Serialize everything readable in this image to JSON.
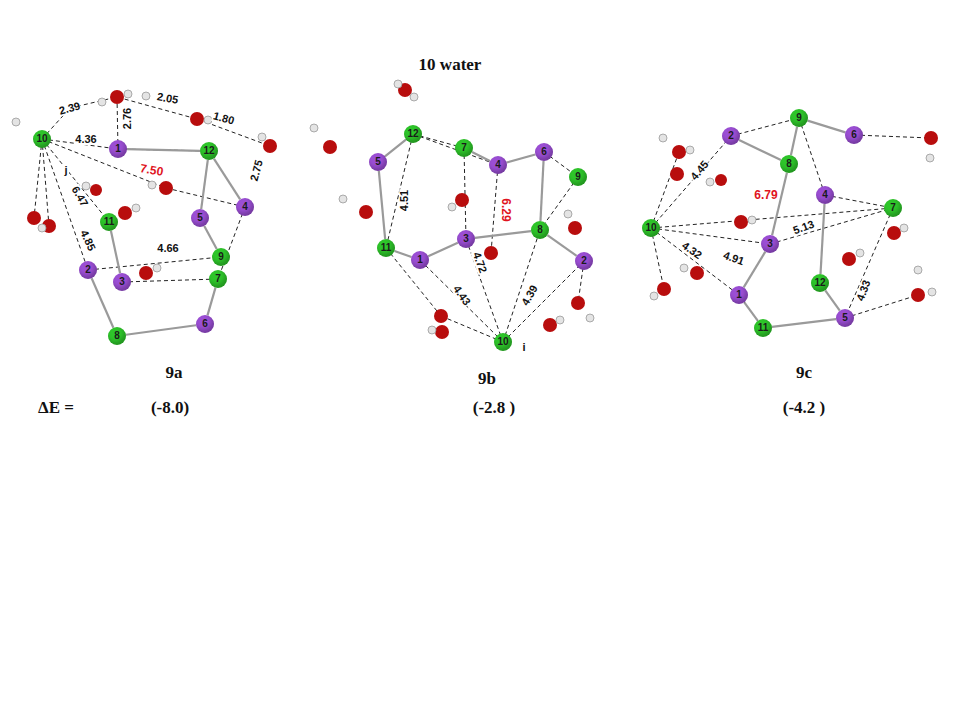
{
  "diagram": {
    "nodes": [
      {
        "text": [
          "10"
        ]
      },
      {
        "text": [
          "1"
        ]
      },
      {
        "text": [
          "12"
        ]
      },
      {
        "text": [
          "4"
        ]
      },
      {
        "text": [
          "5"
        ]
      },
      {
        "text": [
          "11"
        ]
      },
      {
        "text": [
          "2"
        ]
      },
      {
        "text": [
          "3"
        ]
      },
      {
        "text": [
          "9"
        ]
      },
      {
        "text": [
          "7"
        ]
      },
      {
        "text": [
          "8"
        ]
      },
      {
        "text": [
          "6"
        ]
      },
      {
        "text": [
          "12"
        ]
      },
      {
        "text": [
          "5"
        ]
      },
      {
        "text": [
          "7"
        ]
      },
      {
        "text": [
          "4"
        ]
      },
      {
        "text": [
          "6"
        ]
      },
      {
        "text": [
          "9"
        ]
      },
      {
        "text": [
          "11"
        ]
      },
      {
        "text": [
          "1"
        ]
      },
      {
        "text": [
          "3"
        ]
      },
      {
        "text": [
          "8"
        ]
      },
      {
        "text": [
          "2"
        ]
      },
      {
        "text": [
          "10"
        ]
      },
      {
        "text": [
          "2"
        ]
      },
      {
        "text": [
          "9"
        ]
      },
      {
        "text": [
          "6"
        ]
      },
      {
        "text": [
          "8"
        ]
      },
      {
        "text": [
          "4"
        ]
      },
      {
        "text": [
          "7"
        ]
      },
      {
        "text": [
          "10"
        ]
      },
      {
        "text": [
          "3"
        ]
      },
      {
        "text": [
          "12"
        ]
      },
      {
        "text": [
          "1"
        ]
      },
      {
        "text": [
          "5"
        ]
      },
      {
        "text": [
          "11"
        ]
      }
    ],
    "edges": [
      {
        "from": 6,
        "to": 10,
        "arrow": "none"
      },
      {
        "from": 10,
        "to": 11,
        "arrow": "none"
      },
      {
        "from": 11,
        "to": 9,
        "arrow": "none"
      },
      {
        "from": 2,
        "to": 4,
        "arrow": "none"
      },
      {
        "from": 2,
        "to": 3,
        "arrow": "none"
      },
      {
        "from": 5,
        "to": 7,
        "arrow": "none"
      },
      {
        "from": 4,
        "to": 8,
        "arrow": "none"
      },
      {
        "from": 1,
        "to": 2,
        "arrow": "none"
      },
      {
        "from": 13,
        "to": 12,
        "arrow": "none"
      },
      {
        "from": 14,
        "to": 15,
        "arrow": "none"
      },
      {
        "from": 15,
        "to": 16,
        "arrow": "none"
      },
      {
        "from": 16,
        "to": 21,
        "arrow": "none"
      },
      {
        "from": 21,
        "to": 20,
        "arrow": "none"
      },
      {
        "from": 20,
        "to": 19,
        "arrow": "none"
      },
      {
        "from": 19,
        "to": 18,
        "arrow": "none"
      },
      {
        "from": 13,
        "to": 18,
        "arrow": "none"
      },
      {
        "from": 21,
        "to": 22,
        "arrow": "none"
      },
      {
        "from": 25,
        "to": 26,
        "arrow": "none"
      },
      {
        "from": 25,
        "to": 27,
        "arrow": "none"
      },
      {
        "from": 27,
        "to": 31,
        "arrow": "none"
      },
      {
        "from": 31,
        "to": 33,
        "arrow": "none"
      },
      {
        "from": 33,
        "to": 35,
        "arrow": "none"
      },
      {
        "from": 35,
        "to": 34,
        "arrow": "none"
      },
      {
        "from": 34,
        "to": 32,
        "arrow": "none"
      },
      {
        "from": 32,
        "to": 28,
        "arrow": "none"
      },
      {
        "from": 24,
        "to": 27,
        "arrow": "none"
      }
    ],
    "labels": [
      "10 water",
      "2.39",
      "2.05",
      "1.80",
      "2.76",
      "4.36",
      "7.50",
      "6.47",
      "2.75",
      "4.85",
      "4.66",
      "j",
      "4.51",
      "6.29",
      "4.72",
      "4.43",
      "4.39",
      "i",
      "4.45",
      "6.79",
      "4.32",
      "4.91",
      "5.13",
      "4.33",
      "9a",
      "9b",
      "9c",
      "ΔE =",
      "(-8.0)",
      "(-2.8 )",
      "(-4.2 )"
    ]
  }
}
